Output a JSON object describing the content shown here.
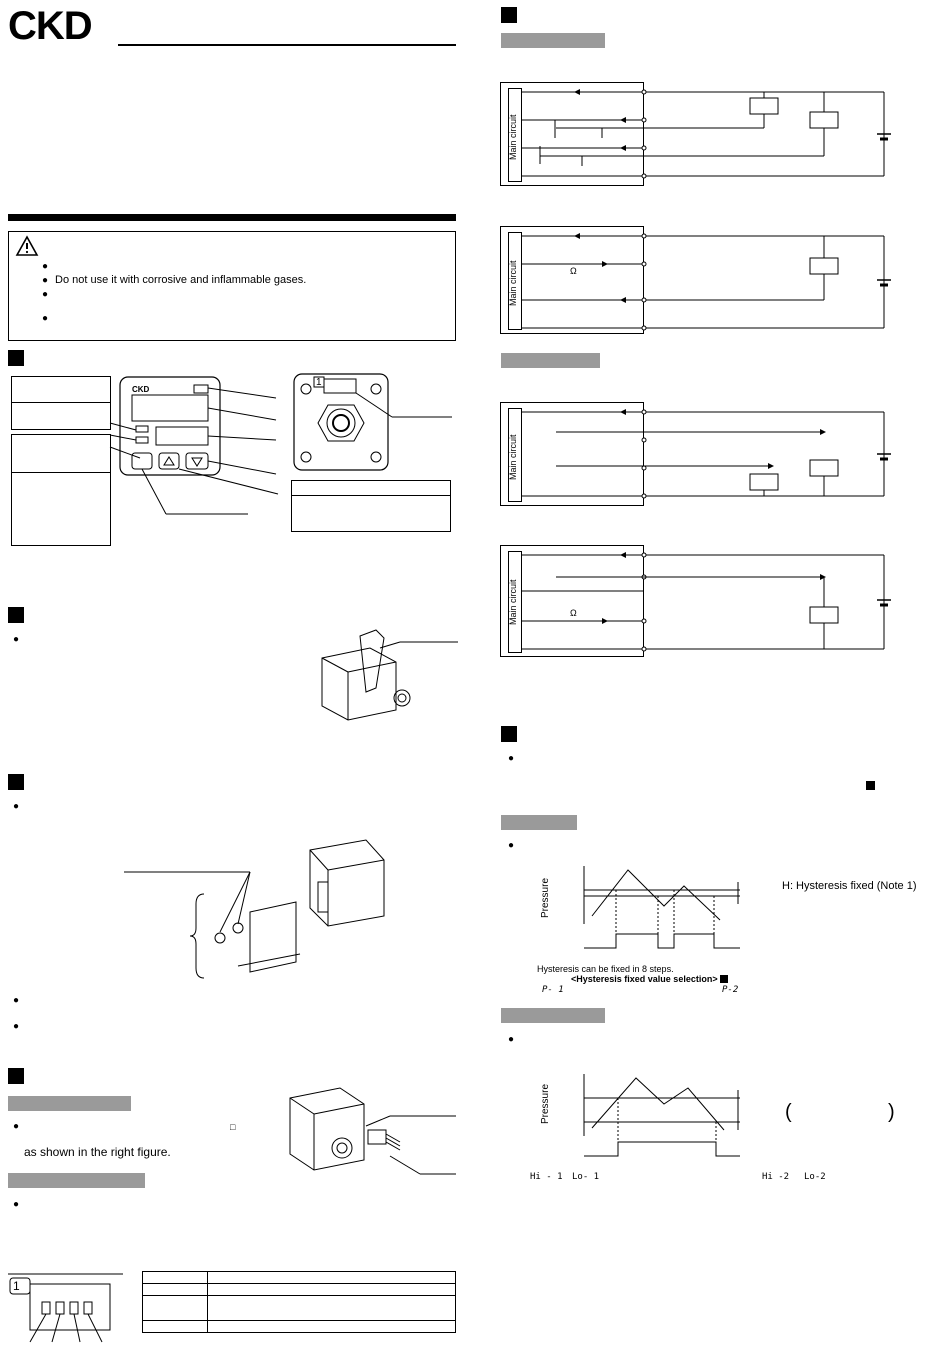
{
  "brand": {
    "logo": "CKD"
  },
  "warning": {
    "bullet_text": "Do not use it with corrosive and inflammable gases."
  },
  "circuits": {
    "main_circuit_label": "Main circuit",
    "omega": "Ω"
  },
  "wiring": {
    "instruction_text": "as shown in the right figure."
  },
  "connector": {
    "pin_number": "1"
  },
  "hysteresis": {
    "axis_label": "Pressure",
    "fixed_label": "H: Hysteresis fixed (Note 1)",
    "steps_note": "Hysteresis can be fixed in 8 steps.",
    "selection_label": "<Hysteresis fixed value selection>",
    "p1": "P- 1",
    "p2": "P-2"
  },
  "window_mode": {
    "axis_label": "Pressure",
    "hi1": "Hi - 1",
    "lo1": "Lo- 1",
    "hi2": "Hi -2",
    "lo2": "Lo-2"
  },
  "colors": {
    "ink": "#000000",
    "header_gray": "#9a9a9a"
  }
}
